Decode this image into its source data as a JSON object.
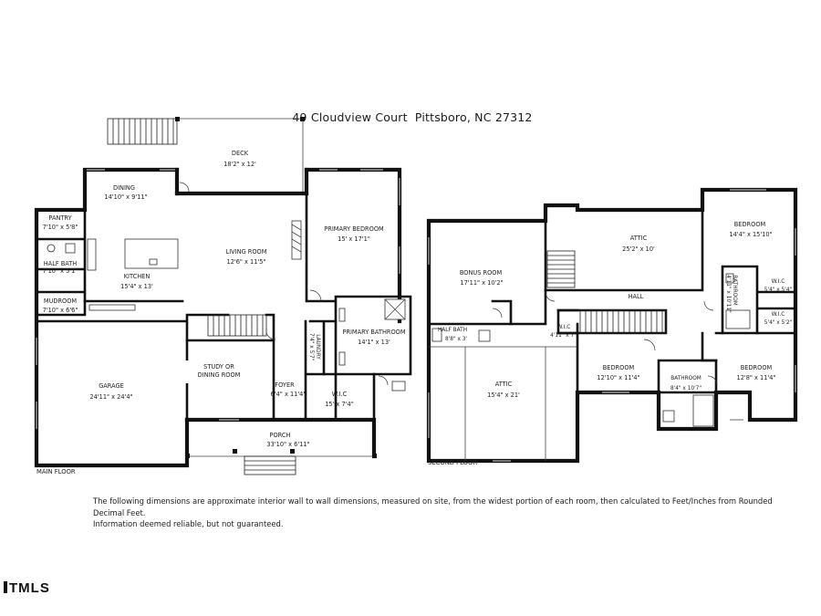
{
  "header": {
    "address": "49 Cloudview Court",
    "city_state_zip": "Pittsboro, NC  27312"
  },
  "main_floor": {
    "label": "MAIN FLOOR",
    "rooms": {
      "deck": {
        "name": "DECK",
        "dims": "18'2\" x 12'"
      },
      "dining": {
        "name": "DINING",
        "dims": "14'10\" x 9'11\""
      },
      "pantry": {
        "name": "PANTRY",
        "dims": "7'10\" x 5'8\""
      },
      "half_bath": {
        "name": "HALF BATH",
        "dims": "7'10\" x 5'1\""
      },
      "kitchen": {
        "name": "KITCHEN",
        "dims": "15'4\" x 13'"
      },
      "living_room": {
        "name": "LIVING ROOM",
        "dims": "12'6\" x 11'5\""
      },
      "primary_bedroom": {
        "name": "PRIMARY BEDROOM",
        "dims": "15' x 17'1\""
      },
      "mudroom": {
        "name": "MUDROOM",
        "dims": "7'10\" x 6'6\""
      },
      "garage": {
        "name": "GARAGE",
        "dims": "24'11\" x 24'4\""
      },
      "study": {
        "name_line1": "STUDY OR",
        "name_line2": "DINING ROOM"
      },
      "foyer": {
        "name": "FOYER",
        "dims": "6'4\" x 11'4\""
      },
      "laundry": {
        "name": "LAUNDRY",
        "dims": "7'4\" x 5'7\""
      },
      "primary_bathroom": {
        "name": "PRIMARY BATHROOM",
        "dims": "14'1\" x 13'"
      },
      "wic": {
        "name": "W.I.C",
        "dims": "15' x 7'4\""
      },
      "porch": {
        "name": "PORCH",
        "dims": "33'10\" x 6'11\""
      }
    }
  },
  "second_floor": {
    "label": "SECOND FLOOR",
    "rooms": {
      "bonus_room": {
        "name": "BONUS ROOM",
        "dims": "17'11\" x 10'2\""
      },
      "attic_top": {
        "name": "ATTIC",
        "dims": "25'2\" x 10'"
      },
      "bedroom_ne": {
        "name": "BEDROOM",
        "dims": "14'4\" x 15'10\""
      },
      "bathroom_vert": {
        "name": "BATHROOM",
        "dims": "4'11\" x 10'11\""
      },
      "wic_ne_1": {
        "name": "W.I.C",
        "dims": "5'4\" x 5'4\""
      },
      "wic_ne_2": {
        "name": "W.I.C",
        "dims": "5'4\" x 5'2\""
      },
      "hall": {
        "name": "HALL"
      },
      "half_bath": {
        "name": "HALF BATH",
        "dims": "8'8\" x 3'"
      },
      "wic_mid": {
        "name": "W.I.C",
        "dims": "4'11\" x 7'"
      },
      "attic_bottom": {
        "name": "ATTIC",
        "dims": "15'4\" x 21'"
      },
      "bedroom_mid": {
        "name": "BEDROOM",
        "dims": "12'10\" x 11'4\""
      },
      "bathroom": {
        "name": "BATHROOM",
        "dims": "8'4\" x 10'7\""
      },
      "bedroom_se": {
        "name": "BEDROOM",
        "dims": "12'8\" x 11'4\""
      }
    }
  },
  "disclaimer": {
    "line1": "The following dimensions are approximate interior wall to wall dimensions, measured on site, from the widest portion of each room, then calculated to Feet/Inches from Rounded Decimal Feet.",
    "line2": "Information deemed reliable, but not guaranteed."
  },
  "logo": {
    "text": "TMLS"
  }
}
